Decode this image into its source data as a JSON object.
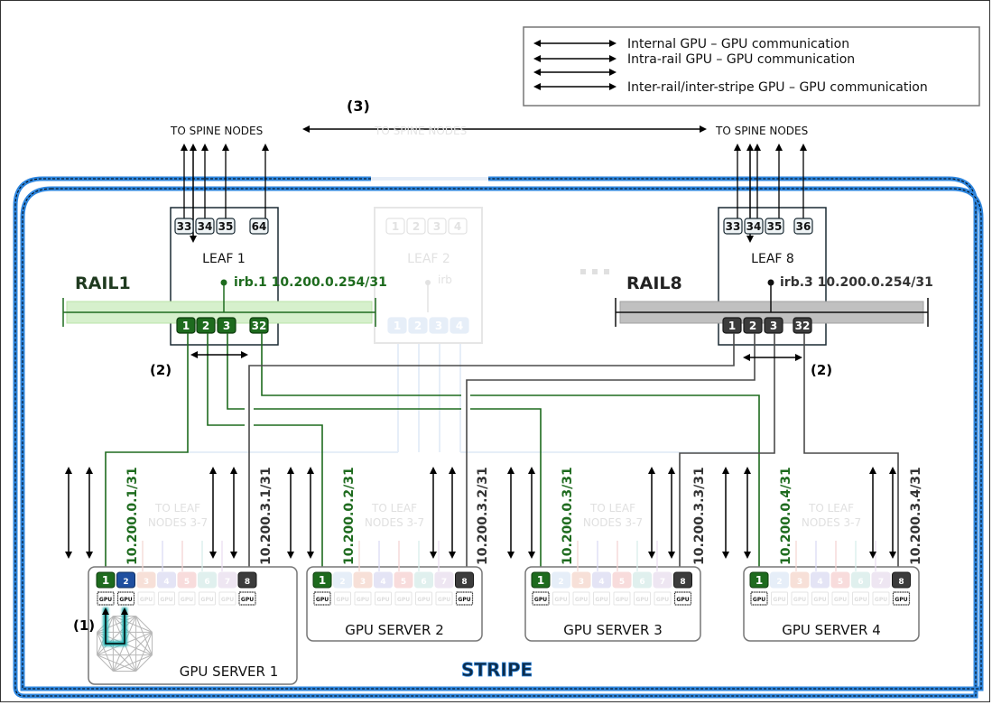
{
  "legend": {
    "items": [
      {
        "label": "Internal GPU – GPU communication",
        "glow": "#2bb5b5"
      },
      {
        "label": "Intra-rail GPU – GPU communication",
        "glow": "#3ddc3d"
      },
      {
        "label": "",
        "glow": "#888888"
      },
      {
        "label": "Inter-rail/inter-stripe GPU – GPU communication",
        "glow": "#ffc000"
      }
    ]
  },
  "annotations": {
    "three": "(3)",
    "two_left": "(2)",
    "two_right": "(2)",
    "one": "(1)"
  },
  "spine": {
    "left_label": "TO SPINE NODES",
    "middle_label": "TO SPINE NODES",
    "right_label": "TO SPINE NODES"
  },
  "leaves": [
    {
      "name": "LEAF 1",
      "uplinks": [
        "33",
        "34",
        "35",
        "64"
      ],
      "downlinks": [
        "1",
        "2",
        "3",
        "32"
      ],
      "irb": "irb.1 10.200.0.254/31",
      "rail": "RAIL1"
    },
    {
      "name": "LEAF 2",
      "uplinks": [
        "1",
        "2",
        "3",
        "4"
      ],
      "downlinks": [
        "1",
        "2",
        "3",
        "4"
      ],
      "irb": "irb"
    },
    {
      "name": "LEAF 8",
      "uplinks": [
        "33",
        "34",
        "35",
        "36"
      ],
      "downlinks": [
        "1",
        "2",
        "3",
        "32"
      ],
      "irb": "irb.3 10.200.0.254/31",
      "rail": "RAIL8"
    }
  ],
  "ellipsis": "...",
  "servers": [
    {
      "name": "GPU SERVER 1",
      "green_ip": "10.200.0.1/31",
      "gray_ip": "10.200.3.1/31"
    },
    {
      "name": "GPU SERVER 2",
      "green_ip": "10.200.0.2/31",
      "gray_ip": "10.200.3.2/31"
    },
    {
      "name": "GPU SERVER 3",
      "green_ip": "10.200.0.3/31",
      "gray_ip": "10.200.3.3/31"
    },
    {
      "name": "GPU SERVER 4",
      "green_ip": "10.200.0.4/31",
      "gray_ip": "10.200.3.4/31"
    }
  ],
  "nic_labels": [
    "1",
    "2",
    "3",
    "4",
    "5",
    "6",
    "7",
    "8"
  ],
  "gpu_label": "GPU",
  "to_leaf": {
    "line1": "TO LEAF",
    "line2": "NODES 3-7"
  },
  "stripe_label": "STRIPE",
  "colors": {
    "rail1_green": "#1e6b1e",
    "rail1_fill": "#d6f0cc",
    "rail8_dark": "#3c3c3c",
    "rail8_fill": "#c0c0c0",
    "stripe_blue": "#2e86de",
    "orange_glow": "#ffc000",
    "green_glow": "#3ddc3d",
    "teal_glow": "#2bb5b5",
    "nic2_blue": "#1f4fa0"
  }
}
